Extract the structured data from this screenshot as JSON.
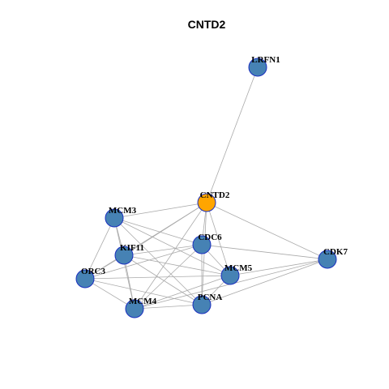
{
  "title": "CNTD2",
  "colors": {
    "default_node": "#4682b4",
    "highlight_node": "#ffa500",
    "node_border": "#1a2fbf",
    "edge": "#aaaaaa"
  },
  "nodes": [
    {
      "id": "LRFN1",
      "label": "LRFN1",
      "highlight": false
    },
    {
      "id": "CNTD2",
      "label": "CNTD2",
      "highlight": true
    },
    {
      "id": "MCM3",
      "label": "MCM3",
      "highlight": false
    },
    {
      "id": "KIF11",
      "label": "KIF11",
      "highlight": false
    },
    {
      "id": "CDC6",
      "label": "CDC6",
      "highlight": false
    },
    {
      "id": "CDK7",
      "label": "CDK7",
      "highlight": false
    },
    {
      "id": "ORC3",
      "label": "ORC3",
      "highlight": false
    },
    {
      "id": "MCM5",
      "label": "MCM5",
      "highlight": false
    },
    {
      "id": "PCNA",
      "label": "PCNA",
      "highlight": false
    },
    {
      "id": "MCM4",
      "label": "MCM4",
      "highlight": false
    }
  ],
  "edges": [
    [
      "LRFN1",
      "CNTD2"
    ],
    [
      "CNTD2",
      "MCM3"
    ],
    [
      "CNTD2",
      "KIF11"
    ],
    [
      "CNTD2",
      "CDC6"
    ],
    [
      "CNTD2",
      "CDK7"
    ],
    [
      "CNTD2",
      "ORC3"
    ],
    [
      "CNTD2",
      "MCM5"
    ],
    [
      "CNTD2",
      "PCNA"
    ],
    [
      "CNTD2",
      "MCM4"
    ],
    [
      "MCM3",
      "KIF11"
    ],
    [
      "MCM3",
      "CDC6"
    ],
    [
      "MCM3",
      "MCM5"
    ],
    [
      "MCM3",
      "PCNA"
    ],
    [
      "MCM3",
      "MCM4"
    ],
    [
      "MCM3",
      "ORC3"
    ],
    [
      "KIF11",
      "CDC6"
    ],
    [
      "KIF11",
      "MCM5"
    ],
    [
      "KIF11",
      "PCNA"
    ],
    [
      "KIF11",
      "MCM4"
    ],
    [
      "KIF11",
      "ORC3"
    ],
    [
      "CDC6",
      "MCM5"
    ],
    [
      "CDC6",
      "PCNA"
    ],
    [
      "CDC6",
      "MCM4"
    ],
    [
      "CDC6",
      "ORC3"
    ],
    [
      "CDC6",
      "CDK7"
    ],
    [
      "ORC3",
      "MCM5"
    ],
    [
      "ORC3",
      "PCNA"
    ],
    [
      "ORC3",
      "MCM4"
    ],
    [
      "MCM5",
      "PCNA"
    ],
    [
      "MCM5",
      "MCM4"
    ],
    [
      "MCM5",
      "CDK7"
    ],
    [
      "PCNA",
      "MCM4"
    ],
    [
      "PCNA",
      "CDK7"
    ],
    [
      "MCM4",
      "CDK7"
    ]
  ]
}
